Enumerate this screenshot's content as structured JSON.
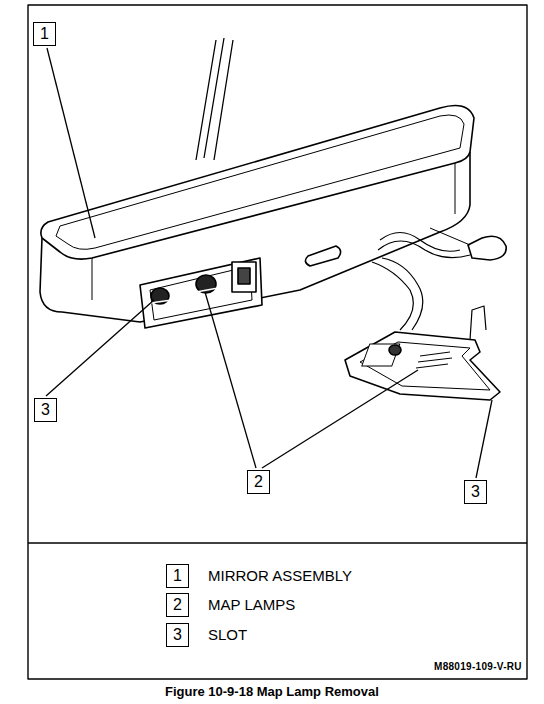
{
  "diagram": {
    "caption": "Figure 10-9-18 Map Lamp Removal",
    "nodes": [
      {
        "text": [
          "1"
        ]
      },
      {
        "text": [
          "3"
        ]
      },
      {
        "text": [
          "2"
        ]
      },
      {
        "text": [
          "3"
        ]
      },
      {
        "text": [
          "1"
        ]
      },
      {
        "text": [
          "2"
        ]
      },
      {
        "text": [
          "3"
        ]
      }
    ],
    "labels": [
      "M88019-109-V-RU"
    ],
    "legend": [
      {
        "text": "MIRROR ASSEMBLY"
      },
      {
        "text": "MAP LAMPS"
      },
      {
        "text": "SLOT"
      }
    ]
  }
}
